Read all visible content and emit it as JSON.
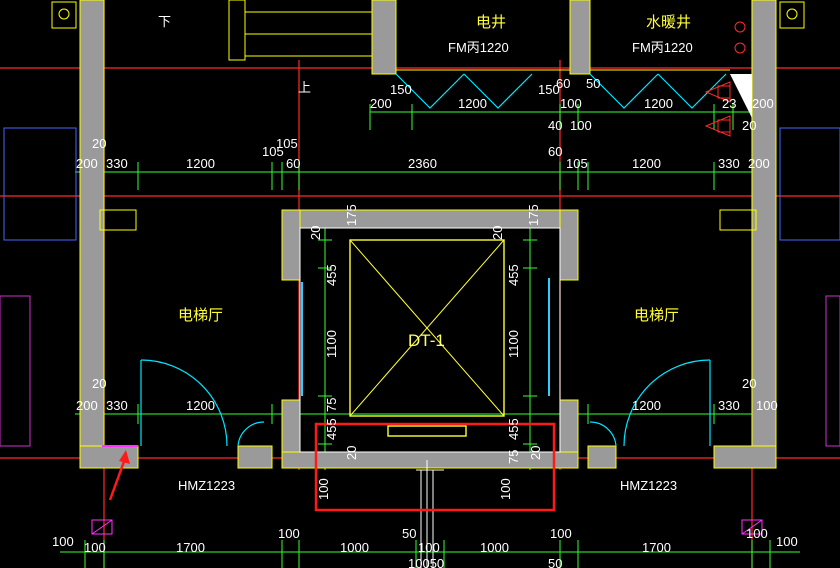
{
  "rooms": {
    "electric_shaft": "电井",
    "water_heating_shaft": "水暖井",
    "elevator_hall_left": "电梯厅",
    "elevator_hall_right": "电梯厅",
    "elevator": "DT-1"
  },
  "doors": {
    "fm_left": "FM丙1220",
    "fm_right": "FM丙1220",
    "hmz_left": "HMZ1223",
    "hmz_right": "HMZ1223"
  },
  "stair_marks": {
    "down": "下",
    "up": "上"
  },
  "dimensions": {
    "top_row": [
      "200",
      "150",
      "1200",
      "150",
      "100",
      "1200",
      "23",
      "200"
    ],
    "top_small": [
      "60",
      "50",
      "40",
      "100",
      "20"
    ],
    "row_2": [
      "200",
      "330",
      "1200",
      "105",
      "60",
      "2360",
      "60",
      "105",
      "1200",
      "330",
      "200"
    ],
    "row_2_small": [
      "20",
      "105"
    ],
    "shaft_vertical": [
      "175",
      "20",
      "455",
      "1100",
      "75",
      "455",
      "20",
      "100"
    ],
    "row_3": [
      "200",
      "330",
      "1200",
      "1200",
      "330",
      "100"
    ],
    "row_3_small": [
      "20",
      "20"
    ],
    "bottom_row": [
      "100",
      "100",
      "1700",
      "100",
      "50",
      "1000",
      "100",
      "1000",
      "100",
      "1700",
      "100",
      "100"
    ],
    "bottom_small": [
      "10050",
      "50"
    ]
  },
  "colors": {
    "background": "#000000",
    "wall_fill": "#9a9a9a",
    "wall_outline": "#ffff00",
    "dimension": "#33ff33",
    "axis": "#ff2a2a",
    "door_arc": "#00e5ff",
    "highlight": "#ff1a1a",
    "elevator": "#ffff33"
  }
}
